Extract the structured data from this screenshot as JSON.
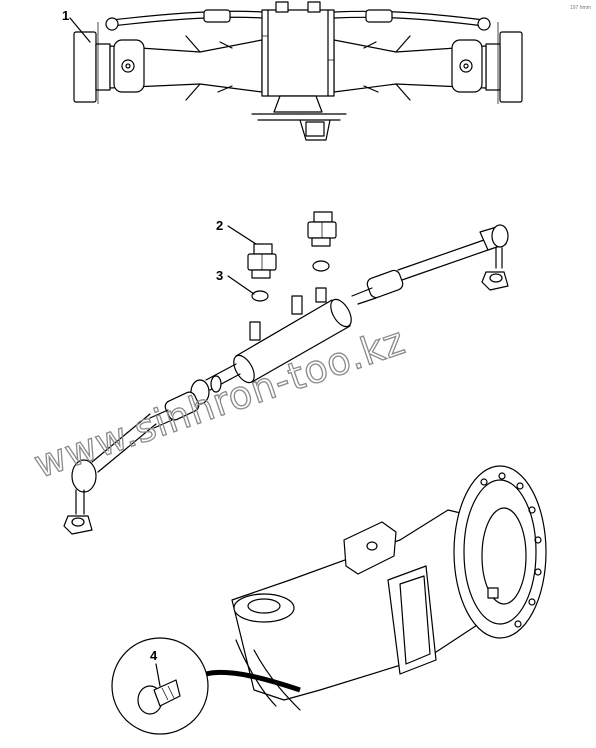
{
  "corner_mark": "197 hmm",
  "callouts": {
    "c1": "1",
    "c2": "2",
    "c3": "3",
    "c4": "4"
  },
  "watermark": "www.sinhron-too.kz"
}
